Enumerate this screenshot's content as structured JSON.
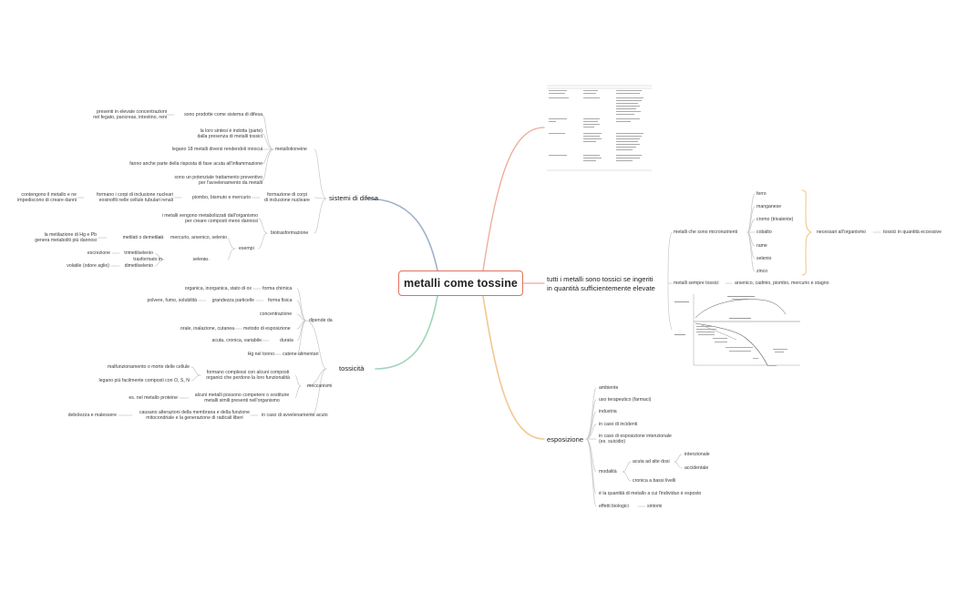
{
  "title": "metalli come tossine",
  "left": {
    "difesa": {
      "label": "sistemi di difesa",
      "metallotioneine": {
        "label": "metallotioneine",
        "items": [
          "sono prodotte come sistema di difesa",
          "la loro sintesi è indotta (parte)\ndalla presenza di metalli tossici",
          "legano 18 metalli diversi rendendoli innocui",
          "fanno anche parte della risposta di fase acuta all'infiammazione",
          "sono un potenziale trattamento preventivo\nper l'avvelenamento da metalli"
        ],
        "prodotte_detail": "presenti in elevate concentrazioni\nnel fegato, pancreas, intestino, reni"
      },
      "formazione": {
        "label": "formazione di corpi\ndi inclusione nucleare",
        "item": "piombo, bismuto e mercurio",
        "sub": "formano i corpi di inclusione nucleari\neosinofili nelle cellule tubulari renali",
        "subsub": "contengono il metallo e ne\nimpediscono di creare danni"
      },
      "biotrasformazione": {
        "label": "biotrasformazione",
        "item": "i metalli vengono metabolizzati dall'organismo\nper creare composti meno dannosi",
        "esempi": "esempi",
        "ex1": "mercurio, arsenico, selenio",
        "ex1sub": "metilati o demetilati",
        "ex1subsub": "la metilazione di Hg e Pb\ngenera metaboliti più dannosi",
        "ex2": "selenio",
        "ex2sub": "trasformato in",
        "ex2a": "trimetilselenio",
        "ex2a_sub": "escrezione",
        "ex2b": "dimetilselenio",
        "ex2b_sub": "volatile (odore aglio)"
      }
    },
    "tossicita": {
      "label": "tossicità",
      "dipende": {
        "label": "dipende da",
        "forma_chimica": "forma chimica",
        "forma_chimica_sub": "organica, inorganica, stato di ox",
        "forma_fisica": "forma fisica",
        "grandezza": "grandezza particelle",
        "grandezza_sub": "polvere, fumo, solubilità",
        "concentrazione": "concentrazione",
        "metodo": "metodo di esposizione",
        "metodo_sub": "orale, inalazione, cutanea",
        "durata": "durata",
        "durata_sub": "acuta, cronica, variabile",
        "catene": "catene alimentari",
        "catene_sub": "Hg nel tonno"
      },
      "meccanismi": {
        "label": "meccanismi",
        "m1": "formano complessi con alcuni composti\norganici che perdono la loro funzionalità",
        "m1a": "malfunzionamento o morte delle cellule",
        "m1b": "legano più facilmente composti con O, S, N",
        "m2": "alcuni metalli possono competere o sostituire\nmetalli simili presenti nell'organismo",
        "m2a": "es. nel metallo proteine"
      },
      "avvelenamento": {
        "label": "in caso di avvelenamento acuto",
        "sub": "causano alterazioni della membrana e della funzione\nmitocondriale e la generazione di radicali liberi",
        "subsub": "debolezza e malessere"
      }
    }
  },
  "right": {
    "tutti": {
      "label": "tutti i metalli sono tossici se ingeriti\nin quantità sufficientemente elevate",
      "micro": "metalli che sono micronutrienti",
      "micro_list": [
        "ferro",
        "manganese",
        "cromo (trivalente)",
        "cobalto",
        "rame",
        "selenio",
        "zinco"
      ],
      "necessari": "necessari all'organismo",
      "tossici": "tossici in quantità eccessive",
      "sempre": "metalli sempre tossici",
      "sempre_list": "arsenico, cadmio, piombo, mercurio e stagno"
    },
    "esposizione": {
      "label": "esposizione",
      "items": [
        "ambiente",
        "uso terapeutico (farmaci)",
        "industria",
        "in caso di incidenti",
        "in caso di esposizione intenzionale\n(es. suicidio)"
      ],
      "modalita": "modalità",
      "acuta": "acuta ad alte dosi",
      "intenzionale": "intenzionale",
      "accidentale": "accidentale",
      "cronica": "cronica a bassi livelli",
      "quantita": "è la quantità di metallo a cui l'individuo è esposto",
      "effetti": "effetti biologici",
      "sintomi": "sintomi"
    }
  },
  "colors": {
    "central_border": "#e2705a",
    "branch_difesa": "#9fb0c8",
    "branch_tossicita": "#9fd4b8",
    "branch_tutti": "#f0a898",
    "branch_esposizione": "#f0c890",
    "sub_lines": "#c8c8c8"
  }
}
